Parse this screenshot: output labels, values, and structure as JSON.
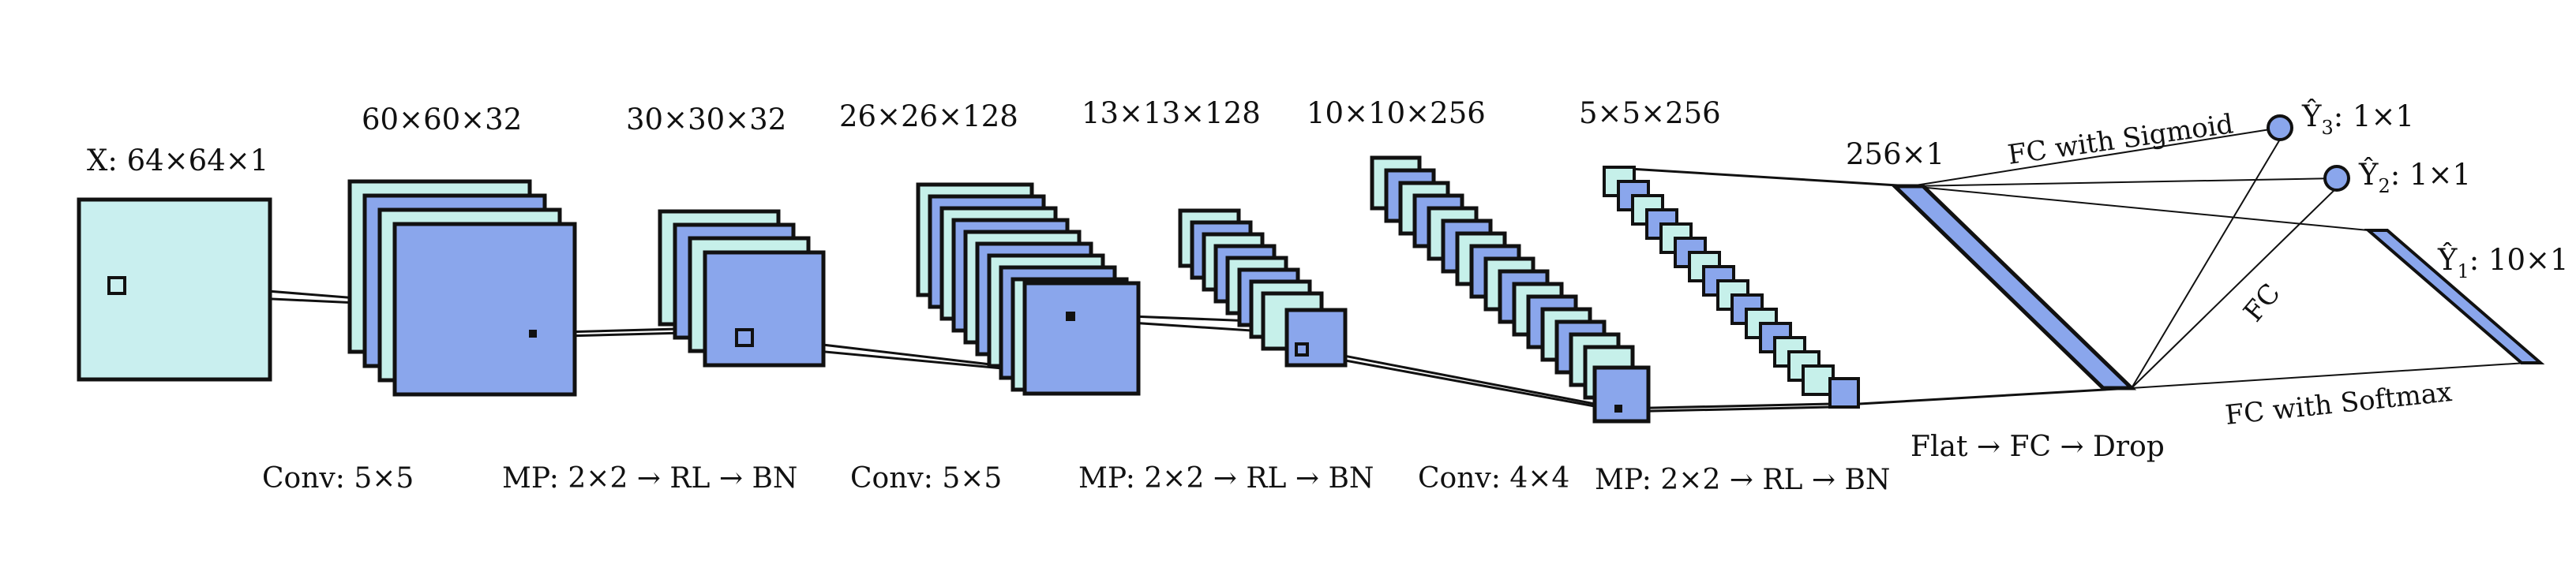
{
  "input_label": "X: 64×64×1",
  "dims": [
    "60×60×32",
    "30×30×32",
    "26×26×128",
    "13×13×128",
    "10×10×256",
    "5×5×256",
    "256×1"
  ],
  "operations": [
    "Conv: 5×5",
    "MP: 2×2 → RL → BN",
    "Conv: 5×5",
    "MP: 2×2 → RL → BN",
    "Conv: 4×4",
    "MP: 2×2 → RL → BN",
    "Flat → FC → Drop"
  ],
  "heads": {
    "fc_sigmoid": "FC with Sigmoid",
    "fc": "FC",
    "fc_softmax": "FC with Softmax",
    "y3": {
      "sym": "Ŷ",
      "sub": "3",
      "rest": ": 1×1"
    },
    "y2": {
      "sym": "Ŷ",
      "sub": "2",
      "rest": ": 1×1"
    },
    "y1": {
      "sym": "Ŷ",
      "sub": "1",
      "rest": ": 10×1"
    }
  },
  "colors": {
    "input": "#c9efef",
    "map_light": "#c6f0ea",
    "map_blue": "#8aa6ec",
    "stroke": "#111111"
  }
}
